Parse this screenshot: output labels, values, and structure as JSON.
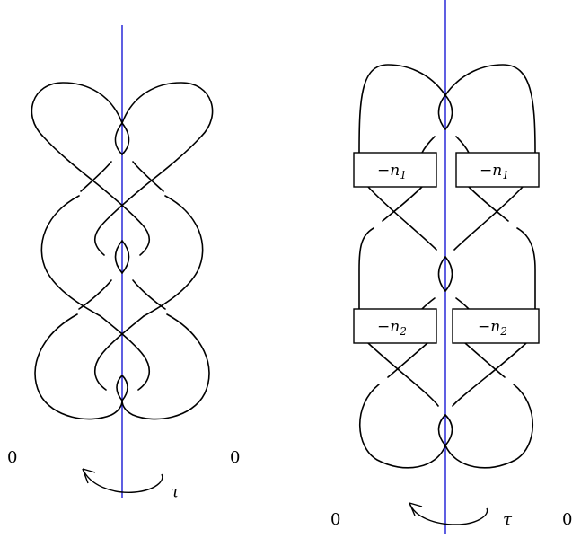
{
  "left_diagram": {
    "framing_left": "0",
    "framing_right": "0",
    "involution": "τ"
  },
  "right_diagram": {
    "framing_left": "0",
    "framing_right": "0",
    "involution": "τ",
    "boxes": [
      {
        "label": "−n",
        "sub": "1"
      },
      {
        "label": "−n",
        "sub": "1"
      },
      {
        "label": "−n",
        "sub": "2"
      },
      {
        "label": "−n",
        "sub": "2"
      }
    ]
  },
  "colors": {
    "axis": "#1b1bd6",
    "strands": "#000000"
  }
}
